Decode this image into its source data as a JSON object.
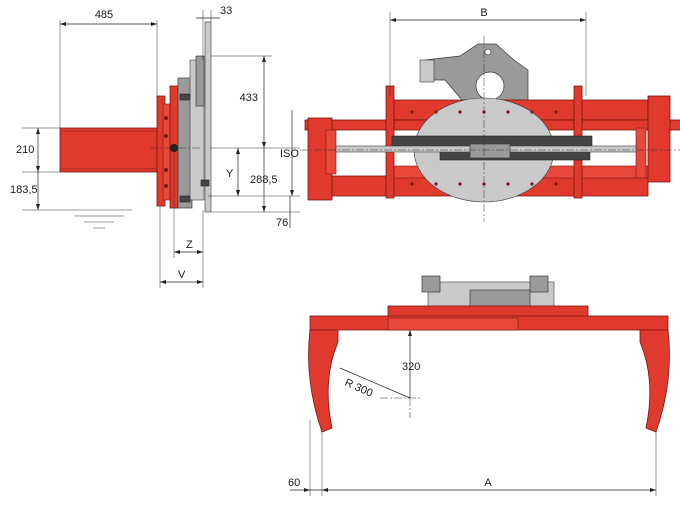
{
  "dimensions": {
    "side_width": "485",
    "side_thickness": "33",
    "height_433": "433",
    "iso": "ISO",
    "height_210": "210",
    "height_183": "183,5",
    "height_288": "288,5",
    "dim_y": "Y",
    "dim_76": "76",
    "dim_z": "Z",
    "dim_v": "V",
    "dim_b": "B",
    "dim_320": "320",
    "radius": "R 300",
    "dim_60": "60",
    "dim_a": "A"
  },
  "colors": {
    "body_red": "#e03a2f",
    "frame_gray": "#9a9a9a"
  }
}
